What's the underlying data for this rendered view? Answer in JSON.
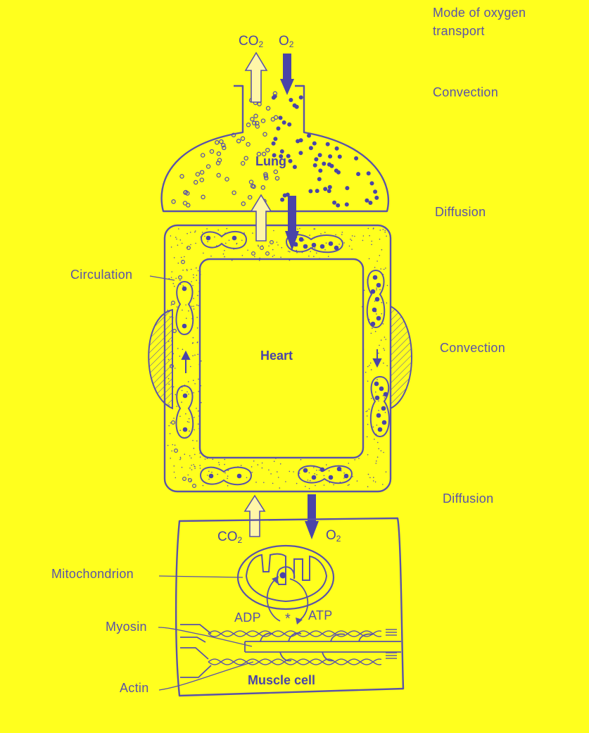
{
  "mode_header": [
    "Mode of oxygen",
    "transport"
  ],
  "modes": {
    "convection_top": "Convection",
    "diffusion_top": "Diffusion",
    "convection_mid": "Convection",
    "diffusion_bottom": "Diffusion"
  },
  "organs": {
    "lung": "Lung",
    "heart": "Heart",
    "muscle_cell": "Muscle cell"
  },
  "callouts": {
    "circulation": "Circulation",
    "mitochondrion": "Mitochondrion",
    "myosin": "Myosin",
    "actin": "Actin"
  },
  "gases": {
    "co2_main": "CO",
    "co2_sub": "2",
    "o2_main": "O",
    "o2_sub": "2"
  },
  "energy": {
    "adp": "ADP",
    "atp": "ATP",
    "star": "*"
  },
  "colors": {
    "background": "#ffff1e",
    "line": "#5a52a8",
    "oxygen": "#4a44a8"
  }
}
